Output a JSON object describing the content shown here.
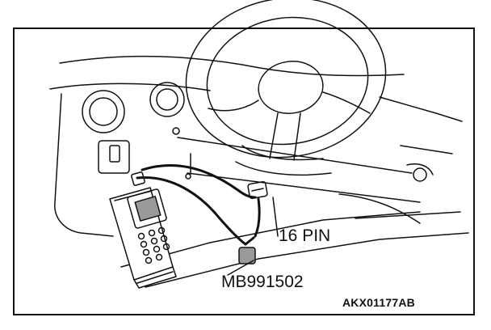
{
  "labels": {
    "connector": "16 PIN",
    "tool_part_number": "MB991502",
    "figure_code": "AKX01177AB"
  },
  "colors": {
    "ink": "#111111",
    "paper": "#ffffff",
    "shade": "#9a9a9a"
  }
}
